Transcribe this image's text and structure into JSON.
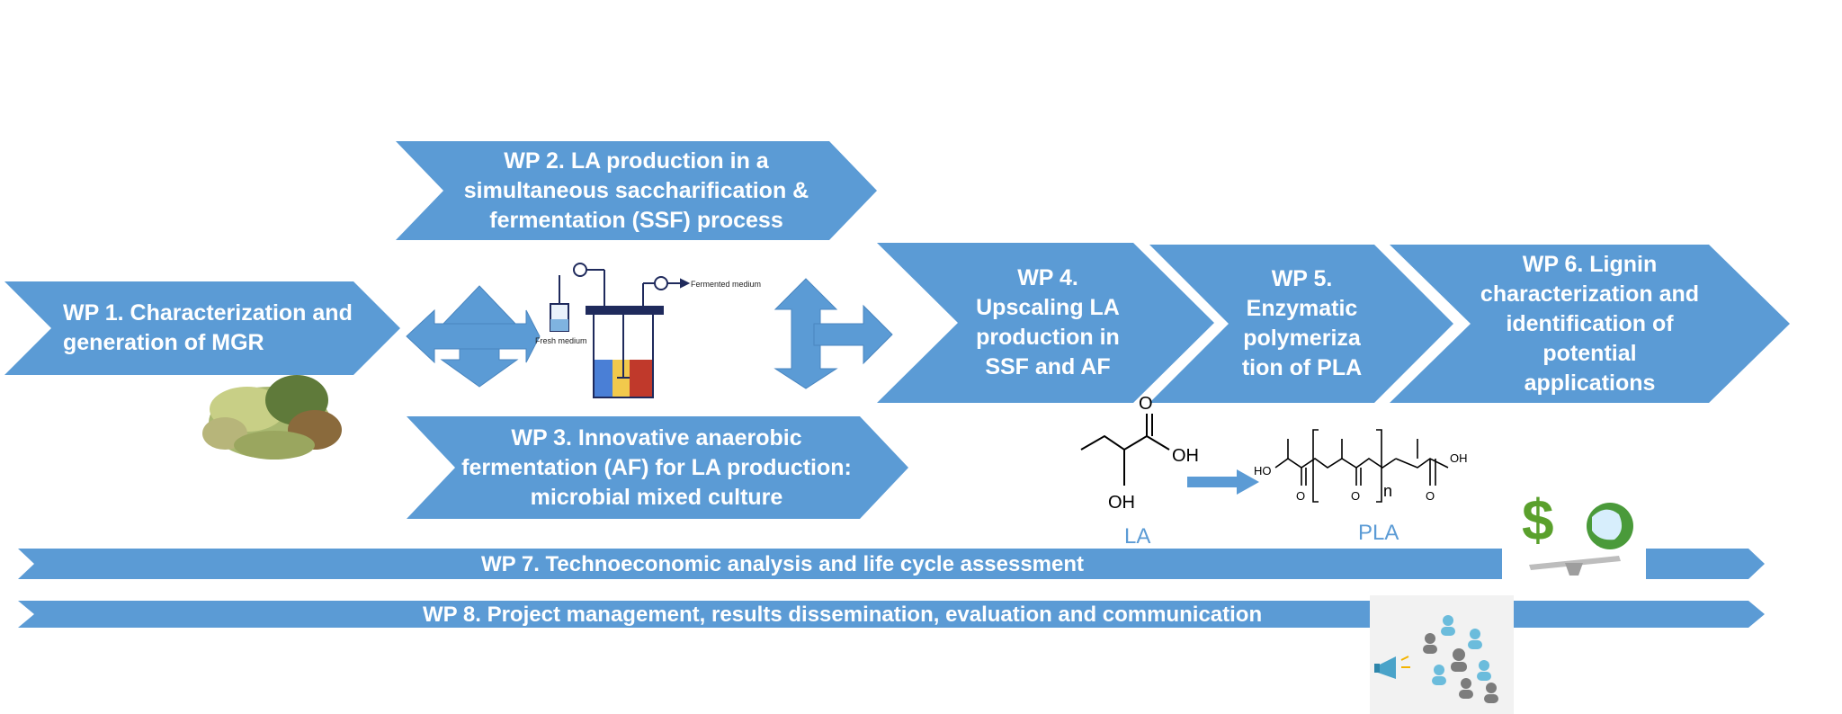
{
  "colors": {
    "chevron": "#5b9bd5",
    "text": "#ffffff",
    "accent_label": "#5b9bd5"
  },
  "wp1": {
    "label": "WP 1. Characterization and generation of MGR"
  },
  "wp2": {
    "label": "WP 2. LA production in a simultaneous saccharification & fermentation (SSF) process"
  },
  "wp3": {
    "label": "WP 3. Innovative anaerobic fermentation (AF) for LA production: microbial mixed culture"
  },
  "wp4": {
    "label": "WP 4. Upscaling LA production in SSF and AF"
  },
  "wp5": {
    "label": "WP 5. Enzymatic polymeriza tion of PLA"
  },
  "wp6": {
    "label": "WP 6. Lignin characterization and identification of potential applications"
  },
  "wp7": {
    "label": "WP 7. Technoeconomic analysis and life cycle assessment"
  },
  "wp8": {
    "label": "WP 8. Project management, results dissemination, evaluation and communication"
  },
  "bioreactor": {
    "fresh_medium": "Fresh medium",
    "fermented_medium": "Fermented medium"
  },
  "chemistry": {
    "la_label": "LA",
    "pla_label": "PLA",
    "la_o": "O",
    "la_oh": "OH",
    "la_oh_bottom": "OH",
    "pla_ho": "HO",
    "pla_oh": "OH",
    "pla_n": "n",
    "pla_o": "O"
  },
  "icons": [
    "dual-double-arrow-icon",
    "bioreactor-icon",
    "biomass-pile-icon",
    "dollar-globe-scale-icon",
    "megaphone-people-icon"
  ]
}
